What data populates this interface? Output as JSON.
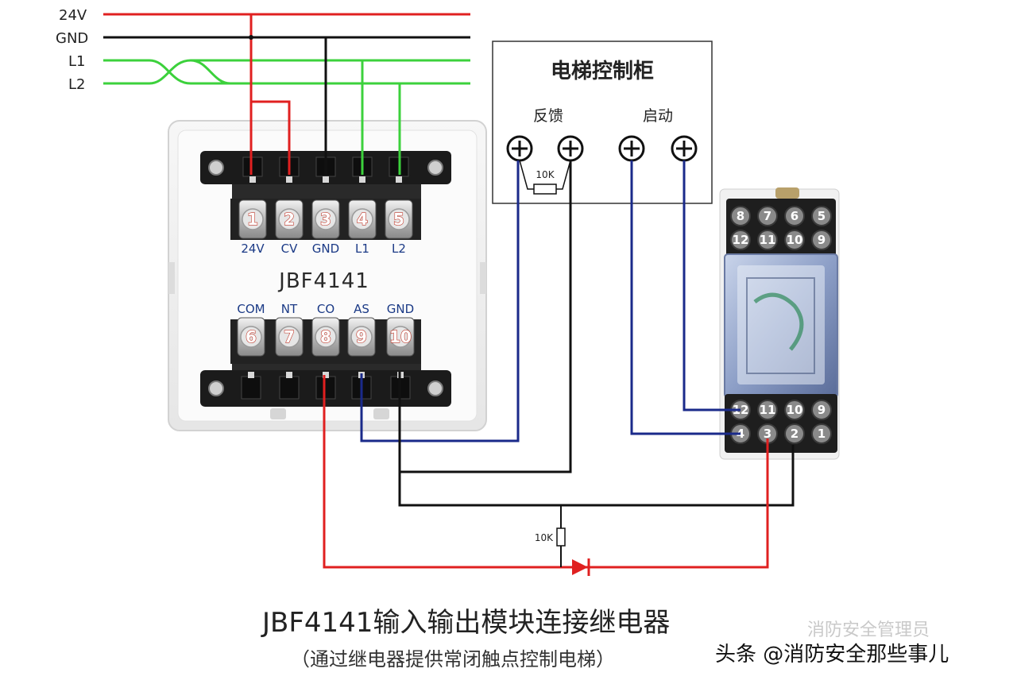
{
  "bus_labels": [
    "24V",
    "GND",
    "L1",
    "L2"
  ],
  "module": {
    "model": "JBF4141",
    "top_terminals": [
      {
        "num": "1",
        "label": "24V"
      },
      {
        "num": "2",
        "label": "CV"
      },
      {
        "num": "3",
        "label": "GND"
      },
      {
        "num": "4",
        "label": "L1"
      },
      {
        "num": "5",
        "label": "L2"
      }
    ],
    "bottom_terminals": [
      {
        "num": "6",
        "label": "COM"
      },
      {
        "num": "7",
        "label": "NT"
      },
      {
        "num": "8",
        "label": "CO"
      },
      {
        "num": "9",
        "label": "AS"
      },
      {
        "num": "10",
        "label": "GND"
      }
    ]
  },
  "cabinet": {
    "title": "电梯控制柜",
    "feedback_label": "反馈",
    "start_label": "启动",
    "resistor_label": "10K"
  },
  "relay": {
    "top_pins": [
      "8",
      "7",
      "6",
      "5"
    ],
    "bottom_pins": [
      "12",
      "11",
      "10",
      "9"
    ],
    "base_pins": [
      "4",
      "3",
      "2",
      "1"
    ]
  },
  "bottom_resistor_label": "10K",
  "caption": {
    "line1": "JBF4141输入输出模块连接继电器",
    "line2": "（通过继电器提供常闭触点控制电梯）"
  },
  "watermark": {
    "text": "头条 @消防安全那些事儿",
    "faint": "消防安全管理员"
  },
  "colors": {
    "red": "#e02020",
    "black": "#111111",
    "green": "#3cd13c",
    "blue": "#1a2a8a"
  }
}
